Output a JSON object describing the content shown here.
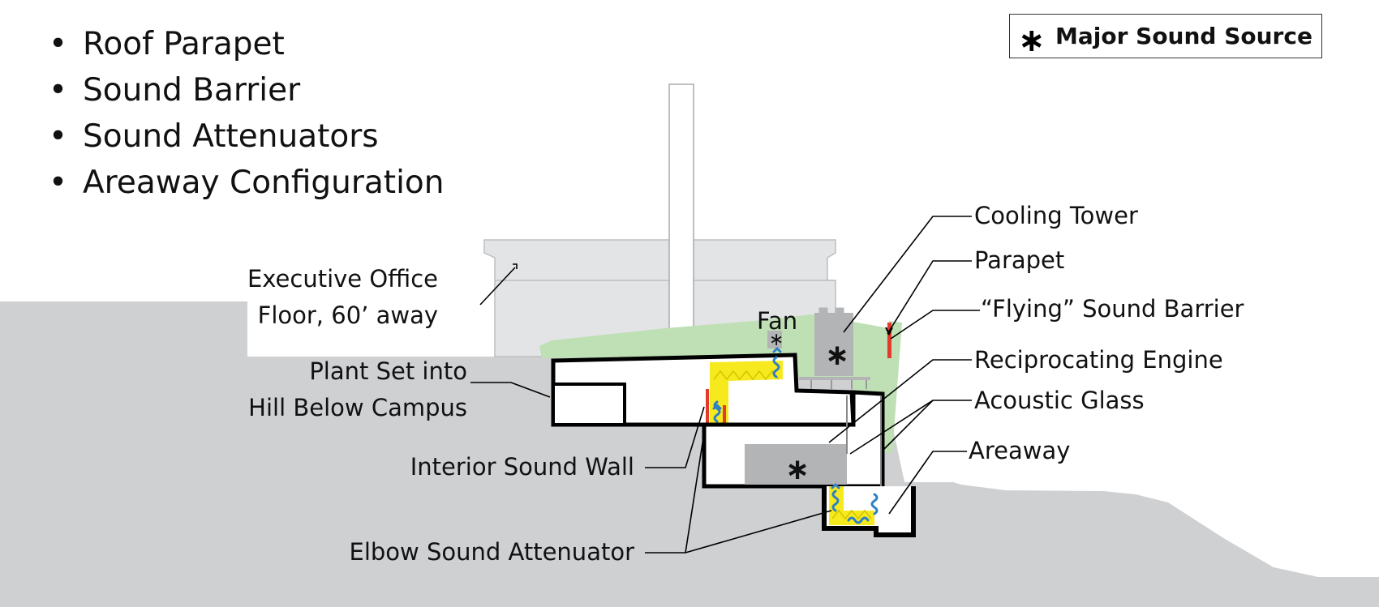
{
  "bullets": [
    "Roof Parapet",
    "Sound Barrier",
    "Sound Attenuators",
    "Areaway Configuration"
  ],
  "legend": {
    "symbol": "∗",
    "label": "Major Sound Source"
  },
  "labels": {
    "executive_office_line1": "Executive Office",
    "executive_office_line2": "Floor, 60’ away",
    "plant_line1": "Plant Set into",
    "plant_line2": "Hill Below Campus",
    "interior_sound_wall": "Interior Sound Wall",
    "elbow_sound_attenuator": "Elbow Sound Attenuator",
    "fan": "Fan",
    "cooling_tower": "Cooling Tower",
    "parapet": "Parapet",
    "flying_sound_barrier": "“Flying” Sound Barrier",
    "reciprocating_engine": "Reciprocating Engine",
    "acoustic_glass": "Acoustic Glass",
    "areaway": "Areaway"
  },
  "colors": {
    "ground": "#cfd0d2",
    "building": "#e3e4e6",
    "hill_green": "#bfe0b5",
    "attenuator_yellow": "#f6ea1e",
    "barrier_red": "#e23a2c",
    "sound_wave_blue": "#2e7fc4",
    "equipment_gray": "#b3b4b6"
  }
}
